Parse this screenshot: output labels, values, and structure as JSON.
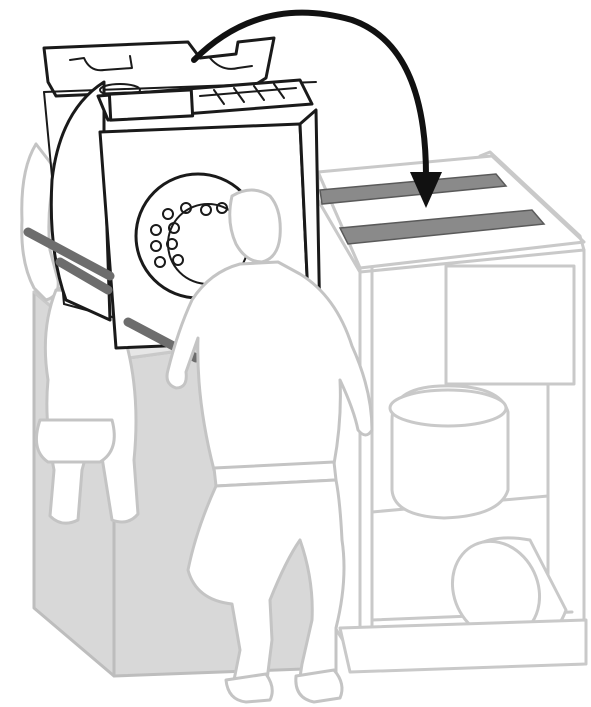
{
  "figure": {
    "colors": {
      "ink": "#1a1a1a",
      "ghost_outline": "#c9c9c9",
      "ghost_fill": "#d8d8d8",
      "stripe": "#8a8a8a",
      "arrow": "#111111"
    },
    "parts": [
      "drum-housing-unit",
      "mounting-frame",
      "lifting-rails",
      "front-worker",
      "rear-worker",
      "support-stand",
      "receiving-cabinet",
      "mounting-strips",
      "transfer-arrow"
    ]
  }
}
